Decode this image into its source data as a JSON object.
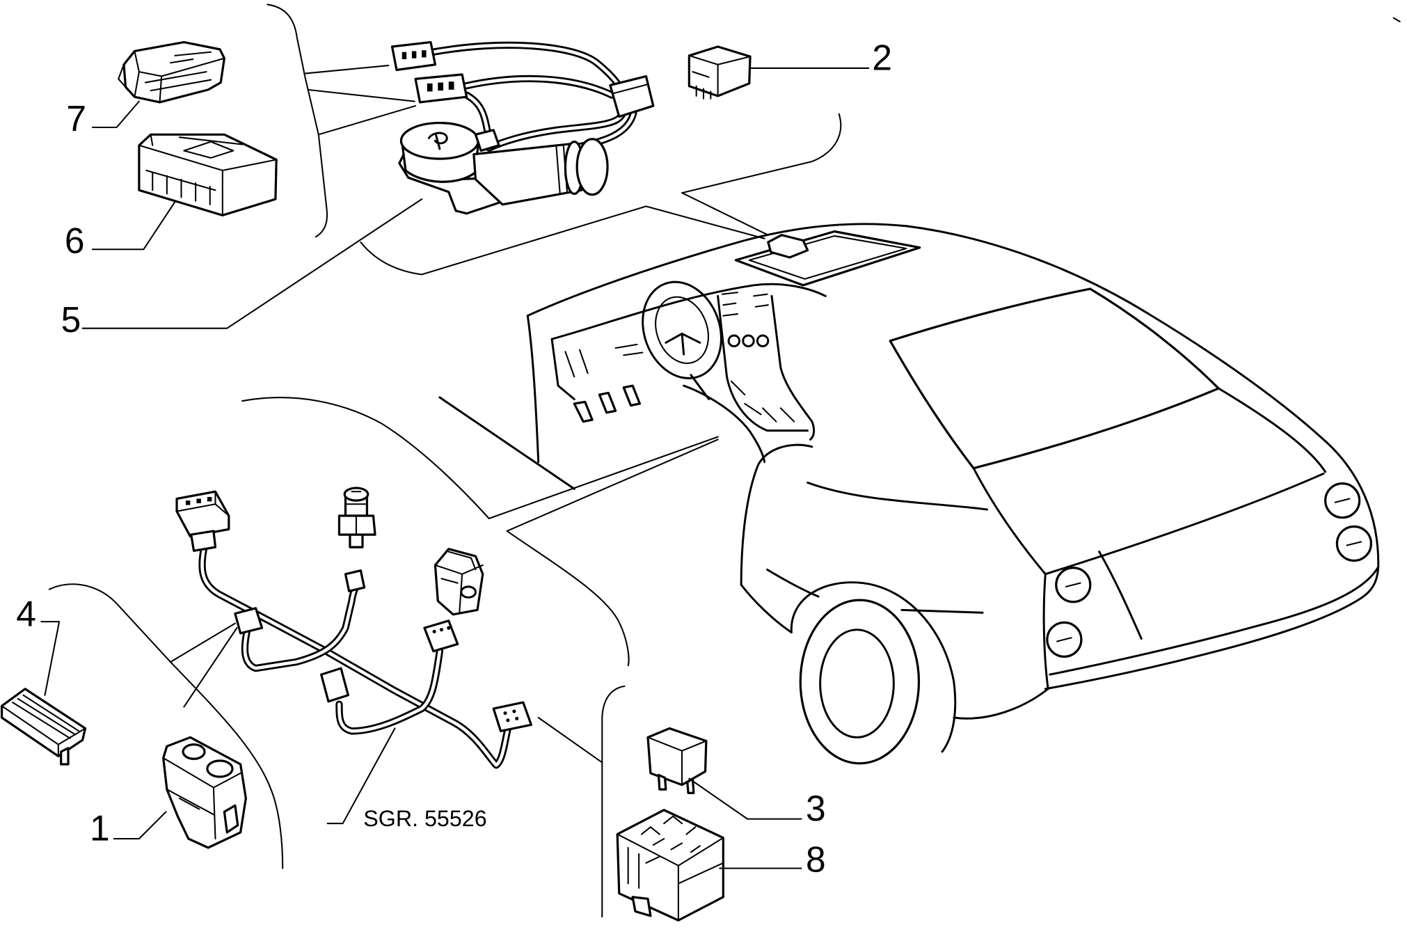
{
  "callouts": [
    "1",
    "2",
    "3",
    "4",
    "5",
    "6",
    "7",
    "8"
  ],
  "reference_label": "SGR. 55526"
}
